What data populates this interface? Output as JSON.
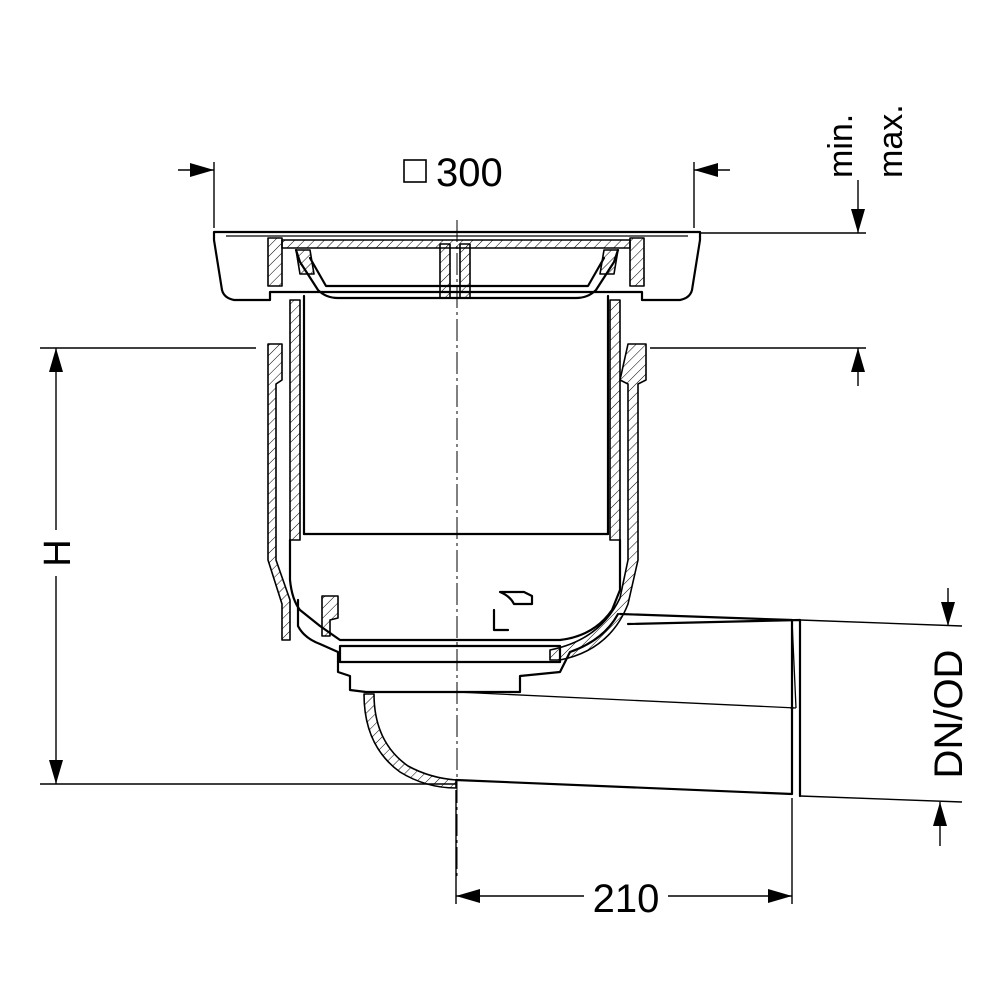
{
  "labels": {
    "square_symbol": "□",
    "width_value": "300",
    "min": "min.",
    "max": "max.",
    "height": "H",
    "pipe_size": "DN/OD",
    "offset_value": "210"
  }
}
